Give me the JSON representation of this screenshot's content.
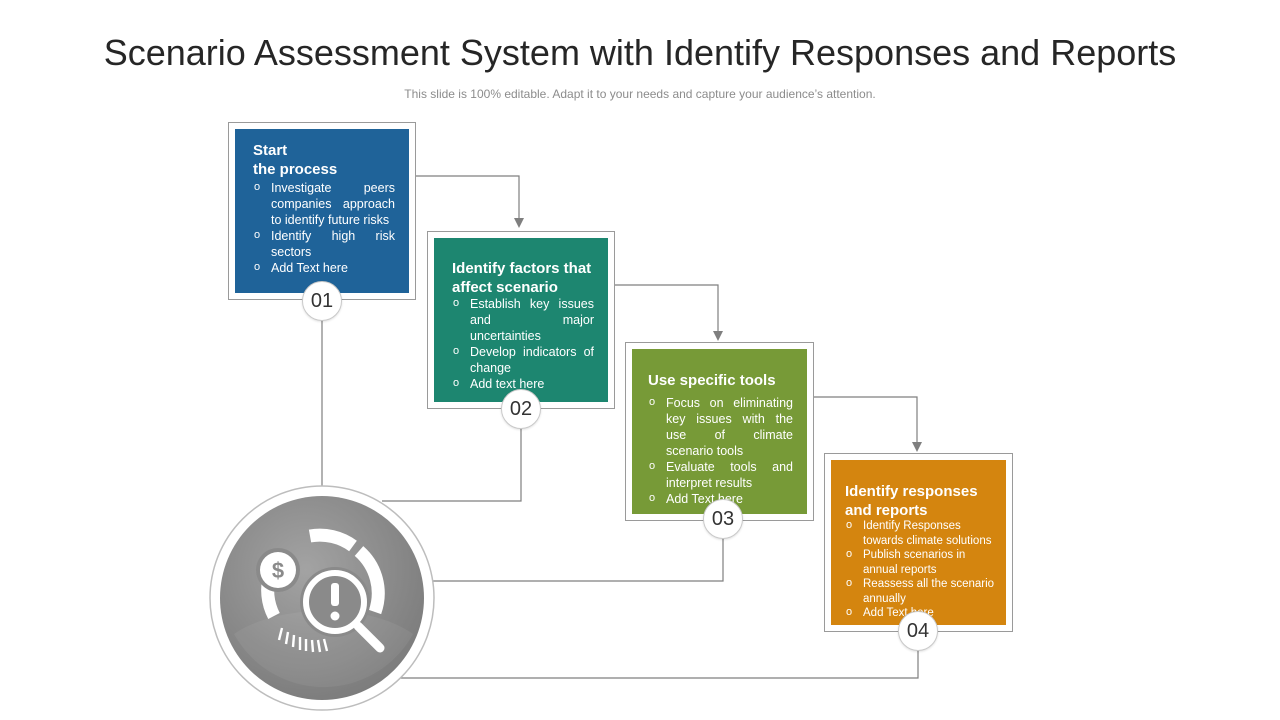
{
  "slide": {
    "title": "Scenario Assessment System with Identify Responses and Reports",
    "subtitle": "This slide is 100% editable. Adapt it to your needs and capture your audience’s attention."
  },
  "colors": {
    "step1": "#1f6399",
    "step2": "#1d8670",
    "step3": "#779a37",
    "step4": "#d4850f",
    "hub": "#8a8a8a",
    "connector": "#7f7f7f"
  },
  "hub": {
    "icons": [
      "dollar-icon",
      "alert-magnifier-icon",
      "gauge-icon"
    ]
  },
  "steps": [
    {
      "number": "01",
      "title": "Start\nthe process",
      "bullets": [
        "Investigate peers companies approach to identify future risks",
        "Identify high risk sectors",
        "Add Text here"
      ]
    },
    {
      "number": "02",
      "title": "Identify factors that affect scenario",
      "bullets": [
        "Establish key issues and major uncertainties",
        "Develop indicators of change",
        "Add text here"
      ]
    },
    {
      "number": "03",
      "title": "Use specific tools",
      "bullets": [
        "Focus on eliminating key issues with the use of climate scenario tools",
        "Evaluate tools and interpret results",
        "Add Text here"
      ]
    },
    {
      "number": "04",
      "title": "Identify responses and reports",
      "bullets": [
        "Identify Responses towards climate solutions",
        "Publish scenarios in annual reports",
        "Reassess all the scenario annually",
        "Add Text here"
      ]
    }
  ]
}
